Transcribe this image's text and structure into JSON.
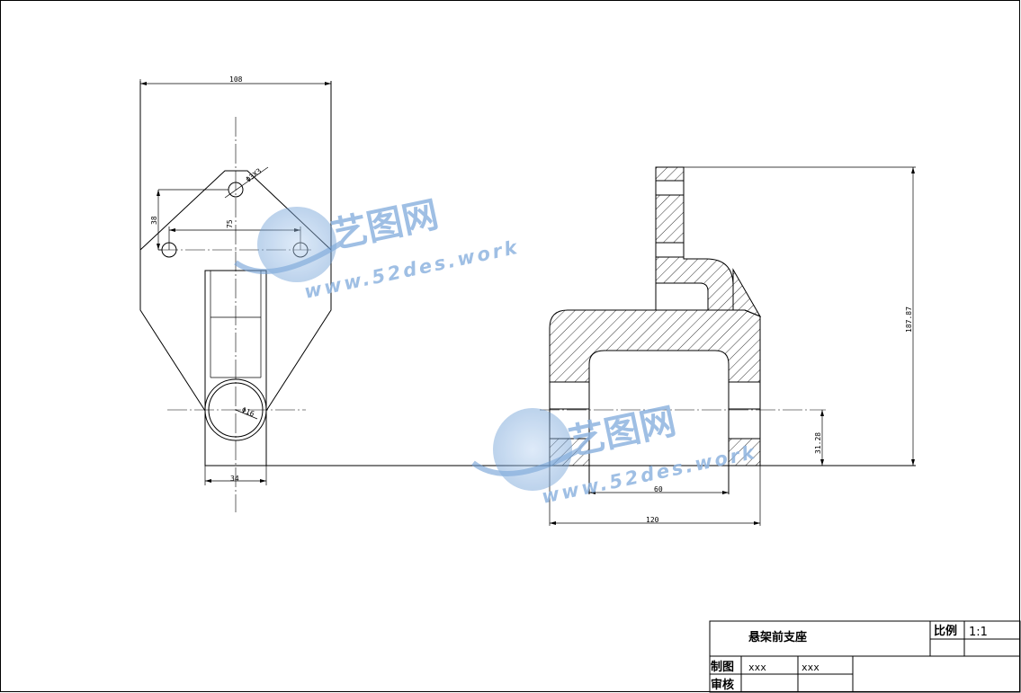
{
  "drawing": {
    "dimensions": {
      "top_width": "108",
      "hole_spec": "Φ3X3",
      "hole_pitch_v": "38",
      "hole_pitch_h": "75",
      "bore_dia": "Φ16",
      "base_width": "34",
      "height_total": "187.87",
      "height_bore": "31.28",
      "inner_width": "60",
      "outer_width": "120"
    }
  },
  "title_block": {
    "part_name": "悬架前支座",
    "scale_label": "比例",
    "scale_value": "1:1",
    "drawn_label": "制图",
    "drawn_by": "xxx",
    "drawn_by_2": "xxx",
    "checked_label": "审核"
  },
  "watermark": {
    "cn": "艺图网",
    "url": "www.52des.work"
  },
  "colors": {
    "line": "#000000",
    "watermark": "#8fb4e0"
  }
}
